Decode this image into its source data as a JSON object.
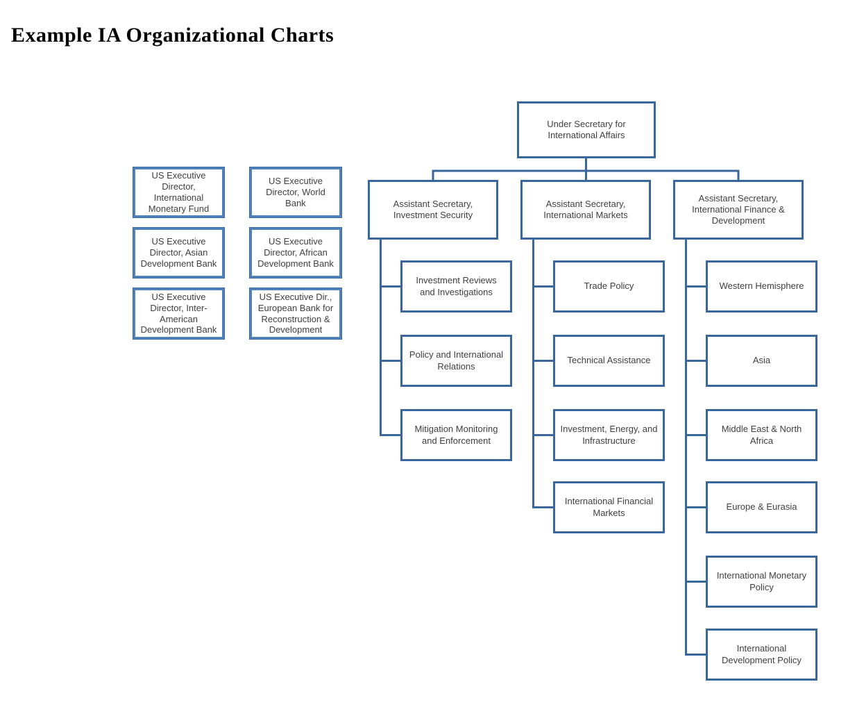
{
  "page": {
    "title": "Example IA Organizational Charts"
  },
  "colors": {
    "connector_blue": "#39669c",
    "chart_box_border": "#39669c",
    "exec_box_border": "#4f81bd",
    "text": "#3f3f3f",
    "background": "#ffffff"
  },
  "org": {
    "root": {
      "label": "Under Secretary for\nInternational Affairs"
    },
    "executive_directors": [
      {
        "label": "US Executive\nDirector,\nInternational\nMonetary Fund"
      },
      {
        "label": "US Executive\nDirector, World\nBank"
      },
      {
        "label": "US Executive\nDirector, Asian\nDevelopment Bank"
      },
      {
        "label": "US Executive\nDirector, African\nDevelopment Bank"
      },
      {
        "label": "US Executive\nDirector, Inter-\nAmerican\nDevelopment Bank"
      },
      {
        "label": "US Executive Dir.,\nEuropean Bank for\nReconstruction &\nDevelopment"
      }
    ],
    "branches": [
      {
        "parent": {
          "label": "Assistant Secretary,\nInvestment Security"
        },
        "children": [
          {
            "label": "Investment Reviews\nand Investigations"
          },
          {
            "label": "Policy and International\nRelations"
          },
          {
            "label": "Mitigation Monitoring\nand Enforcement"
          }
        ]
      },
      {
        "parent": {
          "label": "Assistant Secretary,\nInternational Markets"
        },
        "children": [
          {
            "label": "Trade Policy"
          },
          {
            "label": "Technical Assistance"
          },
          {
            "label": "Investment, Energy, and\nInfrastructure"
          },
          {
            "label": "International Financial\nMarkets"
          }
        ]
      },
      {
        "parent": {
          "label": "Assistant Secretary,\nInternational Finance &\nDevelopment"
        },
        "children": [
          {
            "label": "Western Hemisphere"
          },
          {
            "label": "Asia"
          },
          {
            "label": "Middle East & North\nAfrica"
          },
          {
            "label": "Europe & Eurasia"
          },
          {
            "label": "International Monetary\nPolicy"
          },
          {
            "label": "International\nDevelopment Policy"
          }
        ]
      }
    ]
  }
}
